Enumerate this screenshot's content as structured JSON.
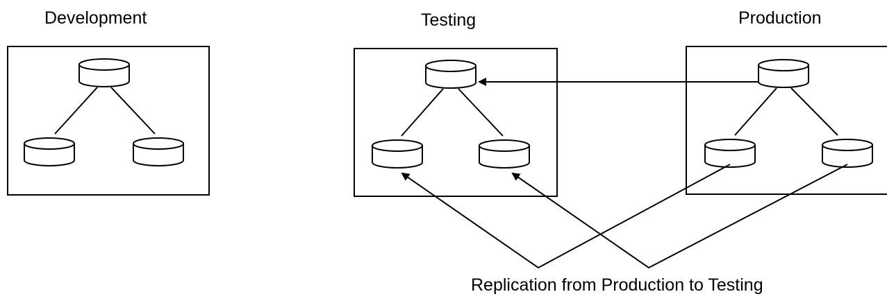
{
  "environments": {
    "development": {
      "label": "Development"
    },
    "testing": {
      "label": "Testing"
    },
    "production": {
      "label": "Production"
    }
  },
  "caption": "Replication from Production to Testing",
  "colors": {
    "stroke": "#000000",
    "background": "#ffffff"
  },
  "icons": {
    "database": "database-cylinder-icon",
    "arrow": "arrowhead-icon"
  }
}
